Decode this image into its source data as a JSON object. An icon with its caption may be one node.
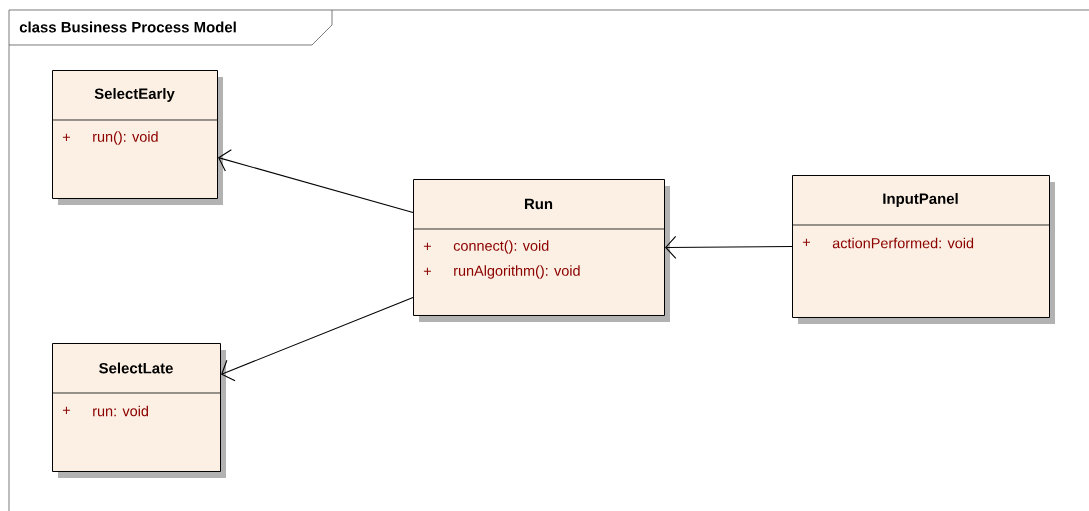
{
  "diagram": {
    "title": "class Business Process Model",
    "nodes": [
      {
        "text": [
          "SelectEarly",
          "+",
          "run(): void"
        ]
      },
      {
        "text": [
          "SelectLate",
          "+",
          "run: void"
        ]
      },
      {
        "text": [
          "Run",
          "+",
          "connect(): void",
          "+",
          "runAlgorithm(): void"
        ]
      },
      {
        "text": [
          "InputPanel",
          "+",
          "actionPerformed: void"
        ]
      }
    ],
    "edges": [
      {
        "from": 2,
        "to": 0,
        "arrow": "to"
      },
      {
        "from": 2,
        "to": 1,
        "arrow": "to"
      },
      {
        "from": 3,
        "to": 2,
        "arrow": "to"
      }
    ]
  }
}
